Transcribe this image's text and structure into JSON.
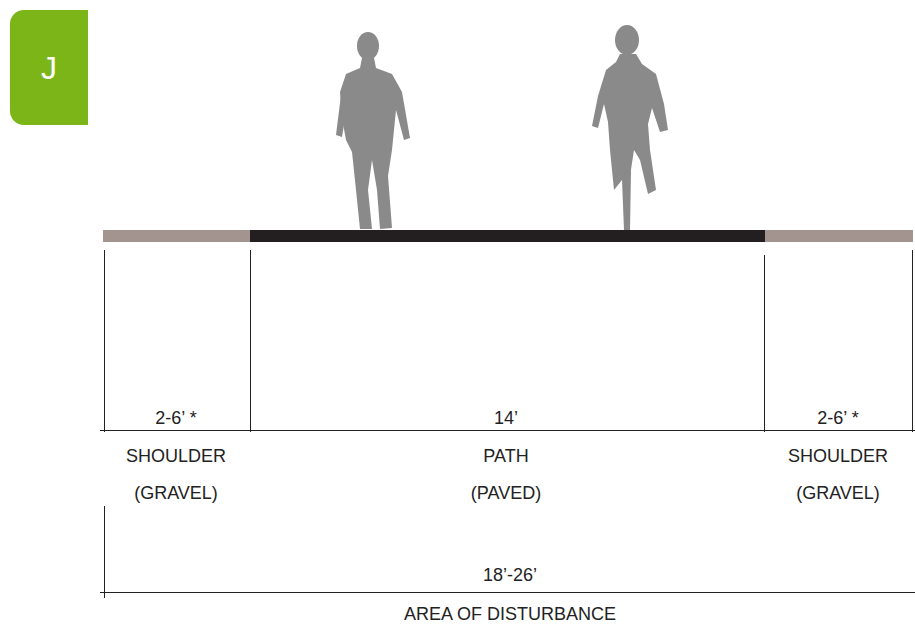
{
  "diagram": {
    "nodes": [
      {
        "text": [
          "J"
        ]
      }
    ],
    "labels": [
      "2-6’ *",
      "14’",
      "2-6’ *",
      "SHOULDER",
      "(GRAVEL)",
      "PATH",
      "(PAVED)",
      "SHOULDER",
      "(GRAVEL)",
      "18’-26’",
      "AREA OF DISTURBANCE"
    ]
  }
}
